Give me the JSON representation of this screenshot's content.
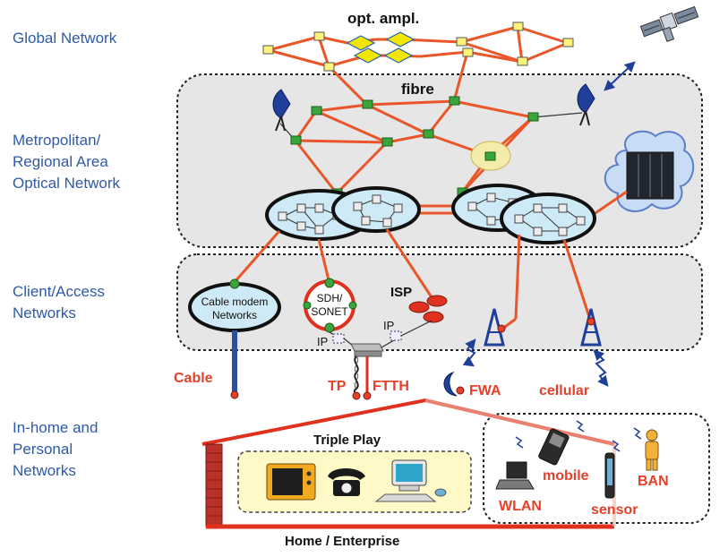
{
  "side_labels": {
    "global": "Global Network",
    "metro": "Metropolitan/\nRegional Area\nOptical Network",
    "access": "Client/Access\nNetworks",
    "home": "In-home and\nPersonal\nNetworks"
  },
  "labels": {
    "opt_ampl": "opt. ampl.",
    "fibre": "fibre",
    "isp": "ISP",
    "cable_modem_line1": "Cable modem",
    "cable_modem_line2": "Networks",
    "sdh_line1": "SDH/",
    "sdh_line2": "SONET",
    "ip_left": "IP",
    "ip_right": "IP",
    "cable": "Cable",
    "tp": "TP",
    "ftth": "FTTH",
    "fwa": "FWA",
    "cellular": "cellular",
    "triple_play": "Triple Play",
    "wlan": "WLAN",
    "mobile": "mobile",
    "sensor": "sensor",
    "ban": "BAN",
    "home_enterprise": "Home / Enterprise"
  },
  "icons": [
    "satellite-icon",
    "dish-antenna-icon",
    "server-rack-icon",
    "router-icon",
    "antenna-tower-icon",
    "moon-node-icon",
    "tv-icon",
    "telephone-icon",
    "computer-icon",
    "laptop-icon",
    "mobile-phone-icon",
    "person-icon"
  ],
  "colors": {
    "side_label": "#2f5aa8",
    "fibre_link": "#e8562a",
    "amplifier": "#f3e600",
    "node_green": "#3aa53a",
    "node_yellow": "#fff27a",
    "ring_fill": "#cfeaf7",
    "region_fill": "#e6e6e6",
    "triple_play_fill": "#fff9c8",
    "house_red": "#e0301e",
    "red_label": "#e5402a"
  }
}
